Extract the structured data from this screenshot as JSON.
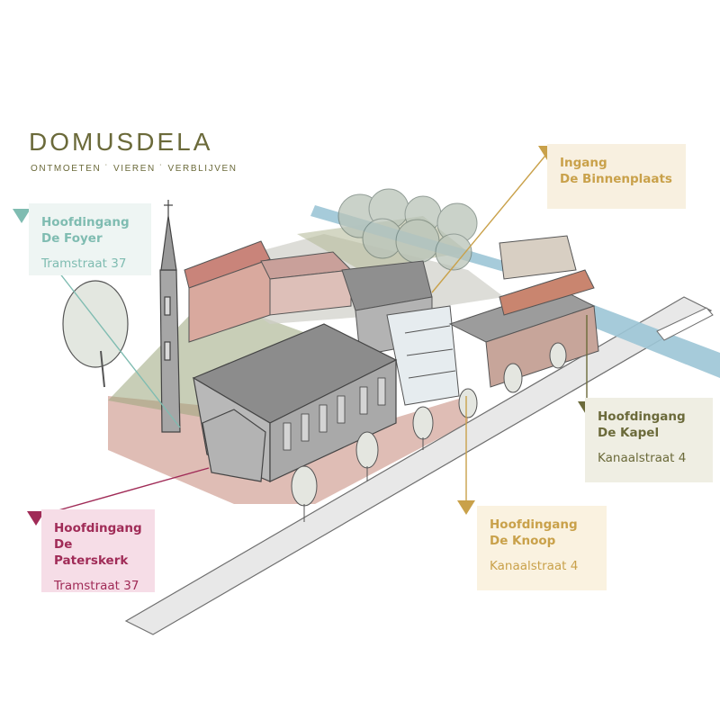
{
  "brand": {
    "name": "DOMUSDELA",
    "tagline": "ONTMOETEN ˙ VIEREN ˙ VERBLIJVEN",
    "color": "#6b6a3a"
  },
  "entrances": {
    "foyer": {
      "line1": "Hoofdingang",
      "line2": "De Foyer",
      "address": "Tramstraat 37",
      "color": "#7fbcb1"
    },
    "binnenplaats": {
      "line1": "Ingang",
      "line2": "De Binnenplaats",
      "color": "#c9a14a"
    },
    "kapel": {
      "line1": "Hoofdingang",
      "line2": "De Kapel",
      "address": "Kanaalstraat 4",
      "color": "#6b6a3a"
    },
    "knoop": {
      "line1": "Hoofdingang",
      "line2": "De Knoop",
      "address": "Kanaalstraat 4",
      "color": "#c9a14a"
    },
    "paterskerk": {
      "line1": "Hoofdingang",
      "line2": "De Paterskerk",
      "address": "Tramstraat 37",
      "color": "#a02b57"
    }
  },
  "icons": [
    "marker-triangle-icon",
    "tree-icon",
    "church-spire-icon"
  ]
}
